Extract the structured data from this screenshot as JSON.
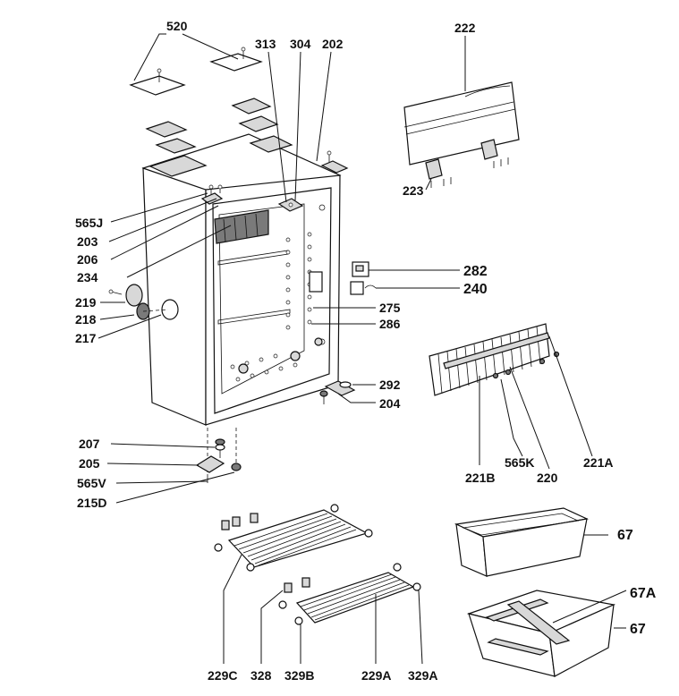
{
  "diagram": {
    "labels": {
      "l520": "520",
      "l313": "313",
      "l304": "304",
      "l202": "202",
      "l222": "222",
      "l223": "223",
      "l565J": "565J",
      "l203": "203",
      "l206": "206",
      "l234": "234",
      "l219": "219",
      "l218": "218",
      "l217": "217",
      "l282": "282",
      "l240": "240",
      "l275": "275",
      "l286": "286",
      "l292": "292",
      "l204": "204",
      "l207": "207",
      "l205": "205",
      "l565V": "565V",
      "l215D": "215D",
      "l221B": "221B",
      "l565K": "565K",
      "l220": "220",
      "l221A": "221A",
      "l67a": "67",
      "l67A": "67A",
      "l67b": "67",
      "l229C": "229C",
      "l328": "328",
      "l329B": "329B",
      "l229A": "229A",
      "l329A": "329A"
    }
  }
}
